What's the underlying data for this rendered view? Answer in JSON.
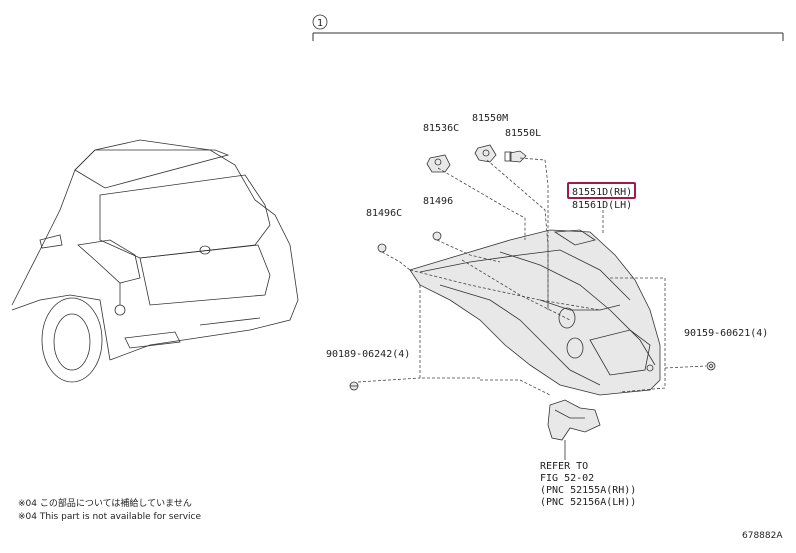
{
  "header": {
    "section_marker": "1"
  },
  "parts": {
    "p81536c": "81536C",
    "p81550m": "81550M",
    "p81550l": "81550L",
    "p81551d": "81551D(RH)",
    "p81561d": "81561D(LH)",
    "p81496c": "81496C",
    "p81496": "81496",
    "p90189": "90189-06242(4)",
    "p90159": "90159-60621(4)"
  },
  "refer": {
    "line1": "REFER TO",
    "line2": "FIG 52-02",
    "line3": "(PNC 52155A(RH))",
    "line4": "(PNC 52156A(LH))"
  },
  "notes": {
    "jp": "※04 この部品については補給していません",
    "en": "※04 This part is not available for service"
  },
  "footer": {
    "figure_code": "678882A"
  },
  "colors": {
    "highlight": "#a3184a",
    "line": "#333333"
  },
  "highlighted_part": "81551D(RH)"
}
